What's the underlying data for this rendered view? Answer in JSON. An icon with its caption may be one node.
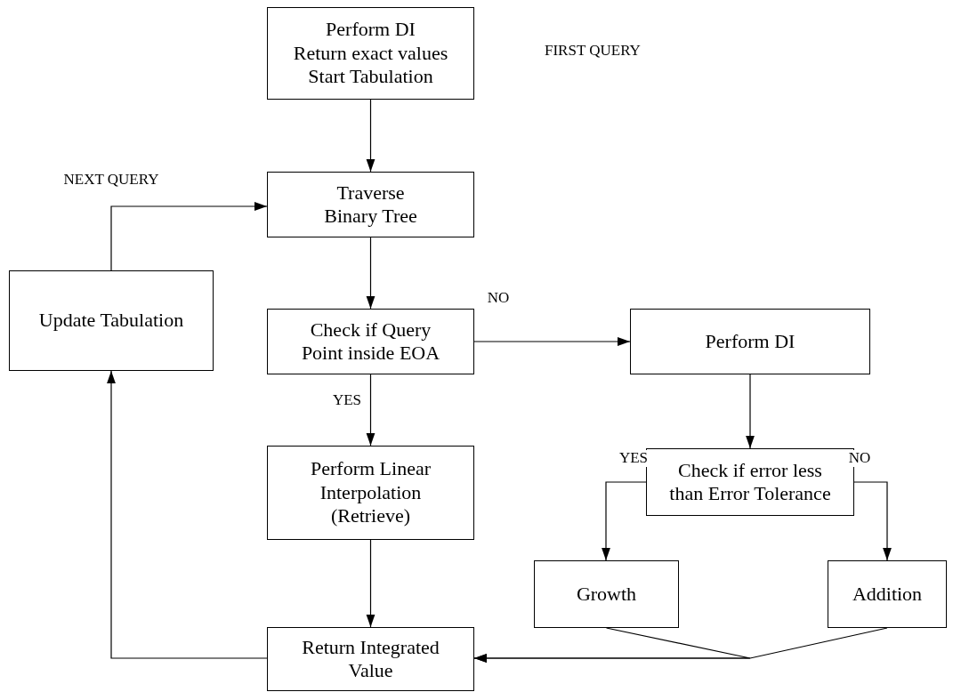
{
  "diagram": {
    "nodes": [
      {
        "text": [
          "Perform DI",
          "Return exact values",
          "Start Tabulation"
        ]
      },
      {
        "text": [
          "Traverse Binary Tree"
        ]
      },
      {
        "text": [
          "Check if Query Point inside EOA"
        ]
      },
      {
        "text": [
          "Perform DI"
        ]
      },
      {
        "text": [
          "Update Tabulation"
        ]
      },
      {
        "text": [
          "Perform Linear Interpolation (Retrieve)"
        ]
      },
      {
        "text": [
          "Check if error less than Error Tolerance"
        ]
      },
      {
        "text": [
          "Growth"
        ]
      },
      {
        "text": [
          "Addition"
        ]
      },
      {
        "text": [
          "Return Integrated Value"
        ]
      }
    ],
    "edges": [
      {
        "from": 0,
        "to": 1,
        "arrow": "to"
      },
      {
        "from": 1,
        "to": 2,
        "arrow": "to"
      },
      {
        "from": 2,
        "to": 3,
        "arrow": "to",
        "label": "NO"
      },
      {
        "from": 2,
        "to": 5,
        "arrow": "to",
        "label": "YES"
      },
      {
        "from": 3,
        "to": 6,
        "arrow": "to"
      },
      {
        "from": 6,
        "to": 7,
        "arrow": "to",
        "label": "YES"
      },
      {
        "from": 6,
        "to": 8,
        "arrow": "to",
        "label": "NO"
      },
      {
        "from": 5,
        "to": 9,
        "arrow": "to"
      },
      {
        "from": 7,
        "to": 9,
        "arrow": "to"
      },
      {
        "from": 8,
        "to": 9,
        "arrow": "to"
      },
      {
        "from": 9,
        "to": 4,
        "arrow": "to"
      },
      {
        "from": 4,
        "to": 1,
        "arrow": "to",
        "label": "NEXT QUERY"
      }
    ],
    "labels": [
      "FIRST QUERY"
    ]
  }
}
